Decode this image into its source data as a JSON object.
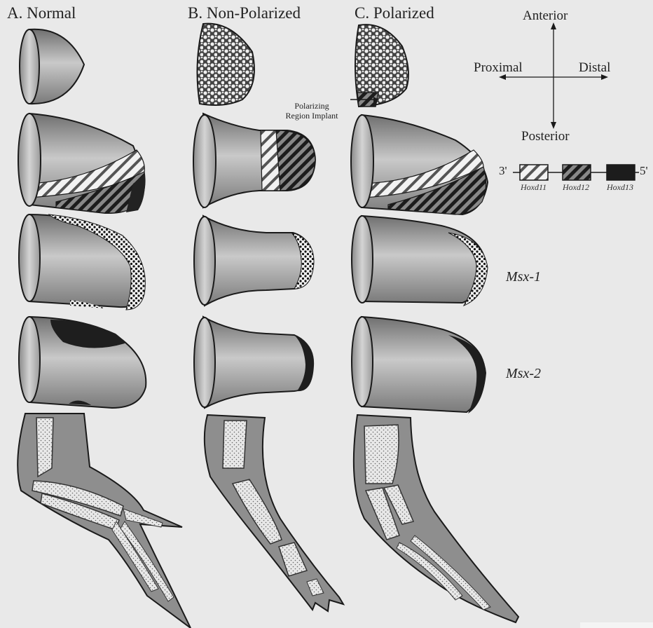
{
  "columns": [
    {
      "title": "A. Normal"
    },
    {
      "title": "B. Non-Polarized"
    },
    {
      "title": "C. Polarized"
    }
  ],
  "axes": {
    "anterior": "Anterior",
    "posterior": "Posterior",
    "proximal": "Proximal",
    "distal": "Distal"
  },
  "annotation": {
    "line1": "Polarizing",
    "line2": "Region Implant"
  },
  "gene_map": {
    "three_prime": "3'",
    "five_prime": "5'",
    "genes": [
      {
        "name": "Hoxd11",
        "pattern": "light-diagonal-hatch"
      },
      {
        "name": "Hoxd12",
        "pattern": "dark-diagonal-hatch"
      },
      {
        "name": "Hoxd13",
        "pattern": "solid-black"
      }
    ]
  },
  "row_labels": {
    "msx1": "Msx-1",
    "msx2": "Msx-2"
  },
  "colors": {
    "limb_gray": "#9a9a9a",
    "background": "#e9e9e9",
    "outline": "#1a1a1a",
    "bone": "#e6e6e6"
  }
}
